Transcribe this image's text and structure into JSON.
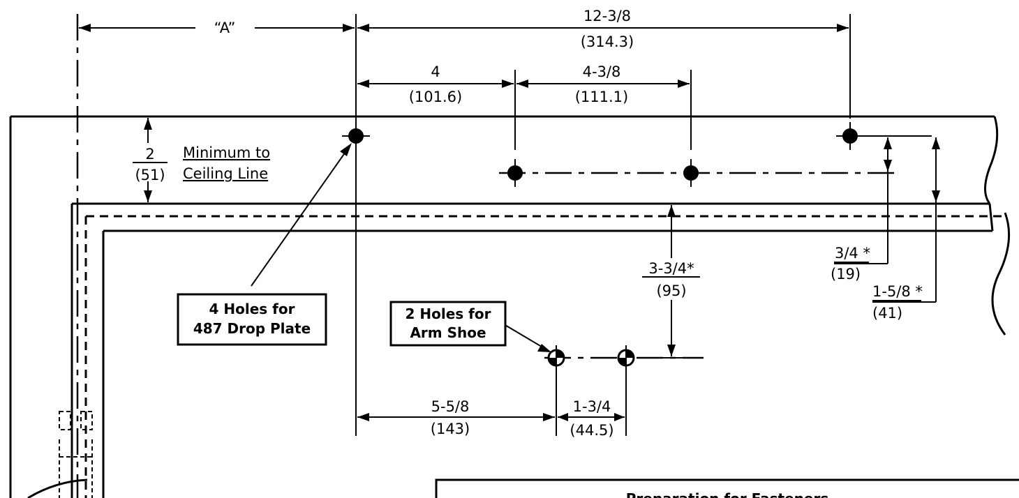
{
  "dimensions": {
    "a_label": "“A”",
    "overall_in": "12-3/8",
    "overall_mm": "(314.3)",
    "d1_in": "4",
    "d1_mm": "(101.6)",
    "d2_in": "4-3/8",
    "d2_mm": "(111.1)",
    "ceiling_in": "2",
    "ceiling_mm": "(51)",
    "ceiling_note_line1": "Minimum to",
    "ceiling_note_line2": "Ceiling Line",
    "vert1_in": "3-3/4*",
    "vert1_mm": "(95)",
    "vert2_in": "3/4 *",
    "vert2_mm": "(19)",
    "vert3_in": "1-5/8 *",
    "vert3_mm": "(41)",
    "bottom1_in": "5-5/8",
    "bottom1_mm": "(143)",
    "bottom2_in": "1-3/4",
    "bottom2_mm": "(44.5)"
  },
  "callouts": {
    "drop_plate_line1": "4 Holes for",
    "drop_plate_line2": "487 Drop Plate",
    "arm_shoe_line1": "2 Holes for",
    "arm_shoe_line2": "Arm Shoe"
  },
  "table": {
    "title": "Preparation for Fasteners"
  }
}
